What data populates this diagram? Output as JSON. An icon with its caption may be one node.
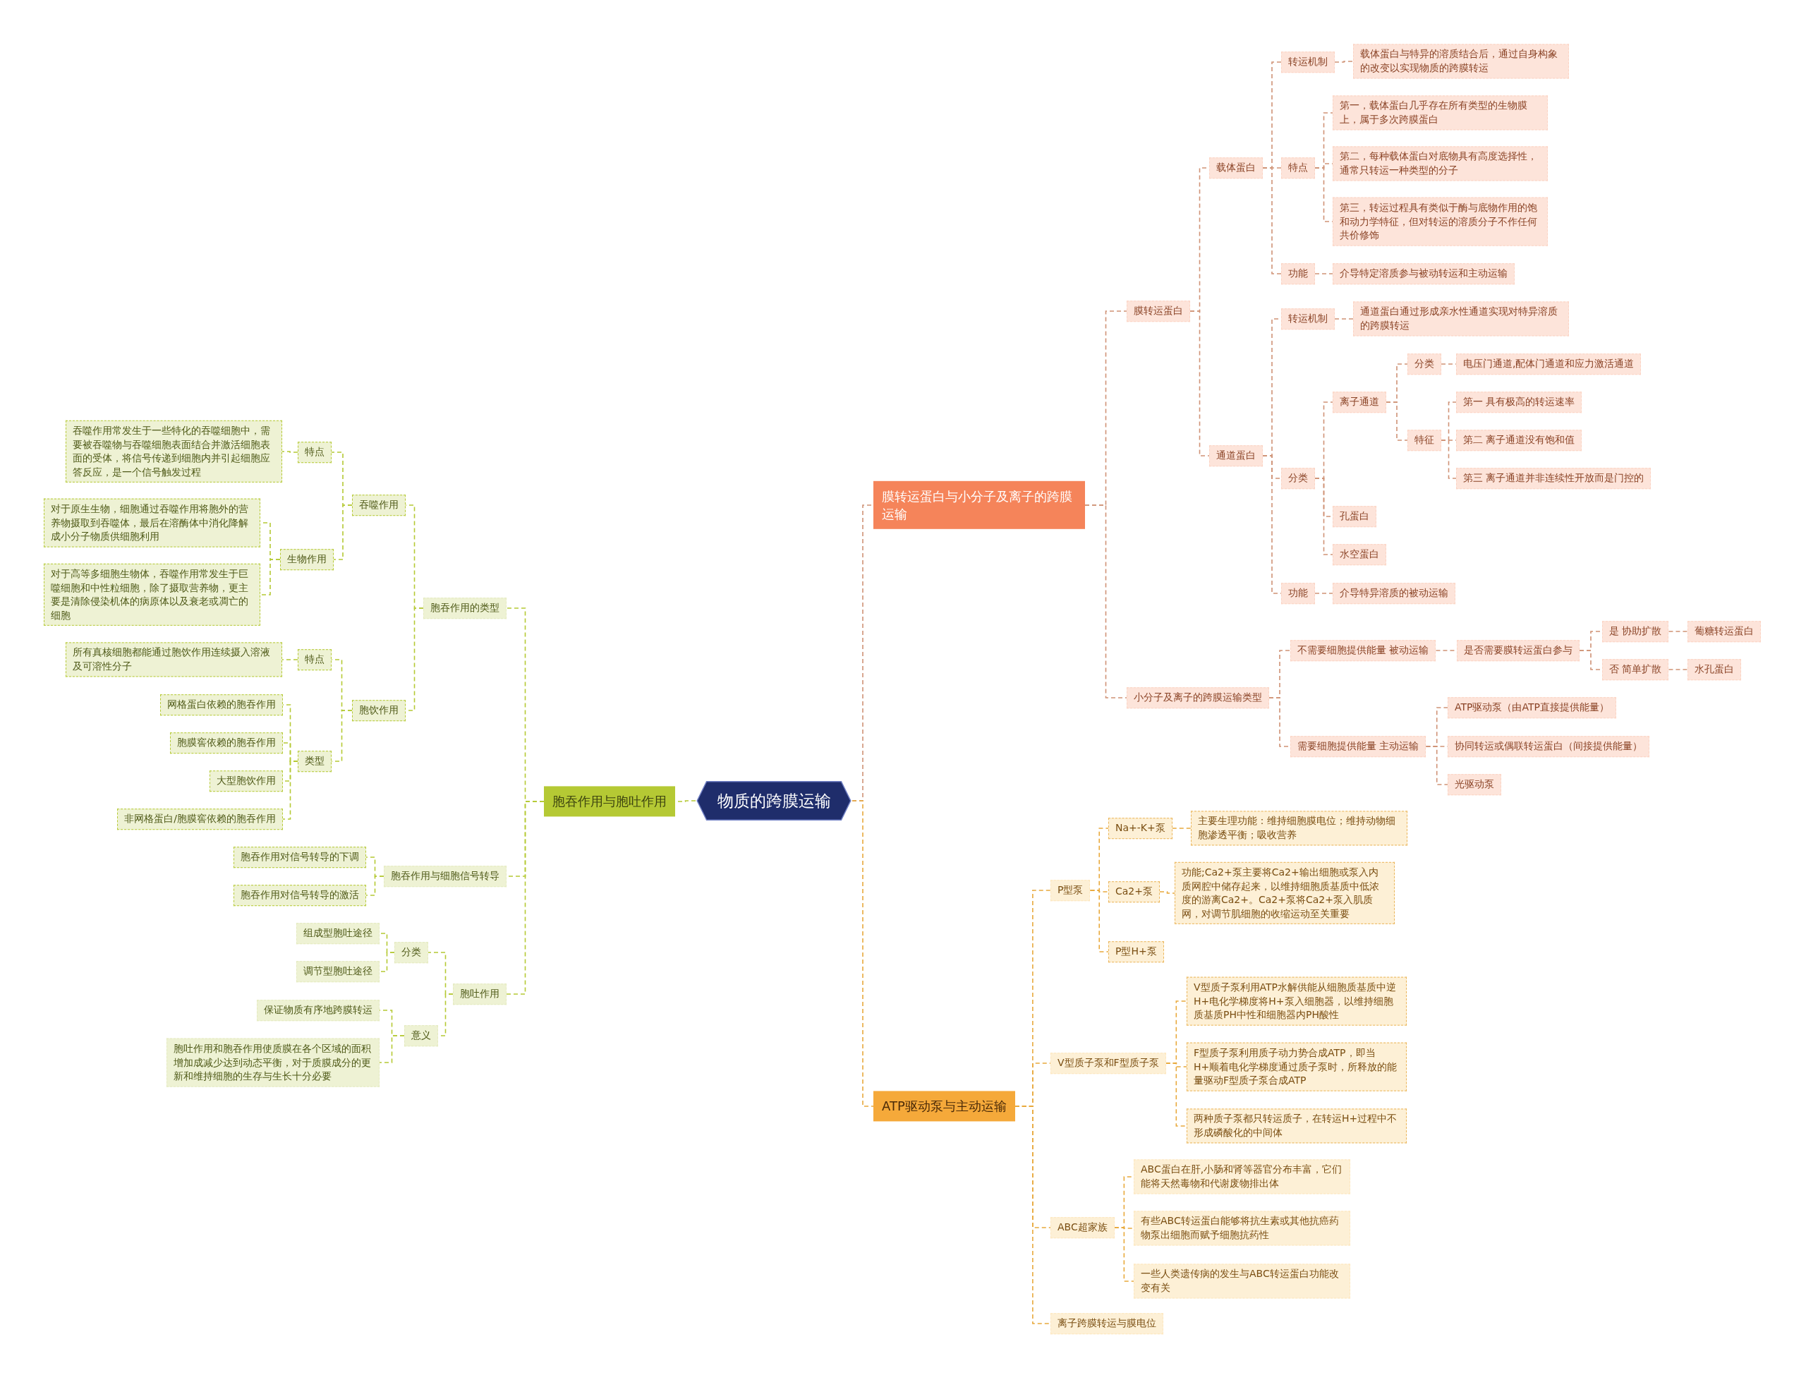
{
  "diagram": {
    "nodes": [
      {
        "text": [
          "物质的跨膜运输"
        ]
      },
      {
        "text": [
          "膜转运蛋白与小分子及离子的跨膜运输"
        ]
      },
      {
        "text": [
          "膜转运蛋白"
        ]
      },
      {
        "text": [
          "载体蛋白"
        ]
      },
      {
        "text": [
          "转运机制"
        ]
      },
      {
        "text": [
          "载体蛋白与特异的溶质结合后，通过自身构象的改变以实现物质的跨膜转运"
        ]
      },
      {
        "text": [
          "特点"
        ]
      },
      {
        "text": [
          "第一，载体蛋白几乎存在所有类型的生物膜上，属于多次跨膜蛋白"
        ]
      },
      {
        "text": [
          "第二，每种载体蛋白对底物具有高度选择性，通常只转运一种类型的分子"
        ]
      },
      {
        "text": [
          "第三，转运过程具有类似于酶与底物作用的饱和动力学特征，但对转运的溶质分子不作任何共价修饰"
        ]
      },
      {
        "text": [
          "功能"
        ]
      },
      {
        "text": [
          "介导特定溶质参与被动转运和主动运输"
        ]
      },
      {
        "text": [
          "通道蛋白"
        ]
      },
      {
        "text": [
          "转运机制"
        ]
      },
      {
        "text": [
          "通道蛋白通过形成亲水性通道实现对特异溶质的跨膜转运"
        ]
      },
      {
        "text": [
          "分类"
        ]
      },
      {
        "text": [
          "离子通道"
        ]
      },
      {
        "text": [
          "分类"
        ]
      },
      {
        "text": [
          "电压门通道,配体门通道和应力激活通道"
        ]
      },
      {
        "text": [
          "特征"
        ]
      },
      {
        "text": [
          "第一 具有极高的转运速率"
        ]
      },
      {
        "text": [
          "第二 离子通道没有饱和值"
        ]
      },
      {
        "text": [
          "第三 离子通道并非连续性开放而是门控的"
        ]
      },
      {
        "text": [
          "孔蛋白"
        ]
      },
      {
        "text": [
          "水空蛋白"
        ]
      },
      {
        "text": [
          "功能"
        ]
      },
      {
        "text": [
          "介导特异溶质的被动运输"
        ]
      },
      {
        "text": [
          "小分子及离子的跨膜运输类型"
        ]
      },
      {
        "text": [
          "不需要细胞提供能量 被动运输"
        ]
      },
      {
        "text": [
          "是否需要膜转运蛋白参与"
        ]
      },
      {
        "text": [
          "是 协助扩散"
        ]
      },
      {
        "text": [
          "葡糖转运蛋白"
        ]
      },
      {
        "text": [
          "否 简单扩散"
        ]
      },
      {
        "text": [
          "水孔蛋白"
        ]
      },
      {
        "text": [
          "需要细胞提供能量 主动运输"
        ]
      },
      {
        "text": [
          "ATP驱动泵（由ATP直接提供能量）"
        ]
      },
      {
        "text": [
          "协同转运或偶联转运蛋白（间接提供能量）"
        ]
      },
      {
        "text": [
          "光驱动泵"
        ]
      },
      {
        "text": [
          "ATP驱动泵与主动运输"
        ]
      },
      {
        "text": [
          "P型泵"
        ]
      },
      {
        "text": [
          "Na+-K+泵"
        ]
      },
      {
        "text": [
          "主要生理功能：维持细胞膜电位；维持动物细胞渗透平衡；吸收营养"
        ]
      },
      {
        "text": [
          "Ca2+泵"
        ]
      },
      {
        "text": [
          "功能;Ca2+泵主要将Ca2+输出细胞或泵入内质网腔中储存起来，以维持细胞质基质中低浓度的游离Ca2+。Ca2+泵将Ca2+泵入肌质网，对调节肌细胞的收缩运动至关重要"
        ]
      },
      {
        "text": [
          "P型H+泵"
        ]
      },
      {
        "text": [
          "V型质子泵和F型质子泵"
        ]
      },
      {
        "text": [
          "V型质子泵利用ATP水解供能从细胞质基质中逆H+电化学梯度将H+泵入细胞器，以维持细胞质基质PH中性和细胞器内PH酸性"
        ]
      },
      {
        "text": [
          "F型质子泵利用质子动力势合成ATP，即当H+顺着电化学梯度通过质子泵时，所释放的能量驱动F型质子泵合成ATP"
        ]
      },
      {
        "text": [
          "两种质子泵都只转运质子，在转运H+过程中不形成磷酸化的中间体"
        ]
      },
      {
        "text": [
          "ABC超家族"
        ]
      },
      {
        "text": [
          "ABC蛋白在肝,小肠和肾等器官分布丰富，它们能将天然毒物和代谢废物排出体"
        ]
      },
      {
        "text": [
          "有些ABC转运蛋白能够将抗生素或其他抗癌药物泵出细胞而赋予细胞抗药性"
        ]
      },
      {
        "text": [
          "一些人类遗传病的发生与ABC转运蛋白功能改变有关"
        ]
      },
      {
        "text": [
          "离子跨膜转运与膜电位"
        ]
      },
      {
        "text": [
          "胞吞作用与胞吐作用"
        ]
      },
      {
        "text": [
          "胞吞作用的类型"
        ]
      },
      {
        "text": [
          "吞噬作用"
        ]
      },
      {
        "text": [
          "特点"
        ]
      },
      {
        "text": [
          "吞噬作用常发生于一些特化的吞噬细胞中，需要被吞噬物与吞噬细胞表面结合并激活细胞表面的受体，将信号传递到细胞内并引起细胞应答反应，是一个信号触发过程"
        ]
      },
      {
        "text": [
          "生物作用"
        ]
      },
      {
        "text": [
          "对于原生生物，细胞通过吞噬作用将胞外的营养物摄取到吞噬体，最后在溶酶体中消化降解成小分子物质供细胞利用"
        ]
      },
      {
        "text": [
          "对于高等多细胞生物体，吞噬作用常发生于巨噬细胞和中性粒细胞，除了摄取营养物，更主要是清除侵染机体的病原体以及衰老或凋亡的细胞"
        ]
      },
      {
        "text": [
          "胞饮作用"
        ]
      },
      {
        "text": [
          "特点"
        ]
      },
      {
        "text": [
          "所有真核细胞都能通过胞饮作用连续摄入溶液及可溶性分子"
        ]
      },
      {
        "text": [
          "类型"
        ]
      },
      {
        "text": [
          "网格蛋白依赖的胞吞作用"
        ]
      },
      {
        "text": [
          "胞膜窖依赖的胞吞作用"
        ]
      },
      {
        "text": [
          "大型胞饮作用"
        ]
      },
      {
        "text": [
          "非网格蛋白/胞膜窖依赖的胞吞作用"
        ]
      },
      {
        "text": [
          "胞吞作用与细胞信号转导"
        ]
      },
      {
        "text": [
          "胞吞作用对信号转导的下调"
        ]
      },
      {
        "text": [
          "胞吞作用对信号转导的激活"
        ]
      },
      {
        "text": [
          "胞吐作用"
        ]
      },
      {
        "text": [
          "分类"
        ]
      },
      {
        "text": [
          "组成型胞吐途径"
        ]
      },
      {
        "text": [
          "调节型胞吐途径"
        ]
      },
      {
        "text": [
          "意义"
        ]
      },
      {
        "text": [
          "保证物质有序地跨膜转运"
        ]
      },
      {
        "text": [
          "胞吐作用和胞吞作用使质膜在各个区域的面积增加成减少达到动态平衡，对于质膜成分的更新和维持细胞的生存与生长十分必要"
        ]
      }
    ],
    "edges": [
      {
        "from": 0,
        "to": 1,
        "arrow": "none",
        "style": "dashed"
      },
      {
        "from": 1,
        "to": 2,
        "arrow": "none",
        "style": "dashed"
      },
      {
        "from": 2,
        "to": 3,
        "arrow": "none",
        "style": "dashed"
      },
      {
        "from": 3,
        "to": 4,
        "arrow": "none",
        "style": "dashed"
      },
      {
        "from": 4,
        "to": 5,
        "arrow": "none",
        "style": "dashed"
      },
      {
        "from": 3,
        "to": 6,
        "arrow": "none",
        "style": "dashed"
      },
      {
        "from": 6,
        "to": 7,
        "arrow": "none",
        "style": "dashed"
      },
      {
        "from": 6,
        "to": 8,
        "arrow": "none",
        "style": "dashed"
      },
      {
        "from": 6,
        "to": 9,
        "arrow": "none",
        "style": "dashed"
      },
      {
        "from": 3,
        "to": 10,
        "arrow": "none",
        "style": "dashed"
      },
      {
        "from": 10,
        "to": 11,
        "arrow": "none",
        "style": "dashed"
      },
      {
        "from": 2,
        "to": 12,
        "arrow": "none",
        "style": "dashed"
      },
      {
        "from": 12,
        "to": 13,
        "arrow": "none",
        "style": "dashed"
      },
      {
        "from": 13,
        "to": 14,
        "arrow": "none",
        "style": "dashed"
      },
      {
        "from": 12,
        "to": 15,
        "arrow": "none",
        "style": "dashed"
      },
      {
        "from": 15,
        "to": 16,
        "arrow": "none",
        "style": "dashed"
      },
      {
        "from": 16,
        "to": 17,
        "arrow": "none",
        "style": "dashed"
      },
      {
        "from": 17,
        "to": 18,
        "arrow": "none",
        "style": "dashed"
      },
      {
        "from": 16,
        "to": 19,
        "arrow": "none",
        "style": "dashed"
      },
      {
        "from": 19,
        "to": 20,
        "arrow": "none",
        "style": "dashed"
      },
      {
        "from": 19,
        "to": 21,
        "arrow": "none",
        "style": "dashed"
      },
      {
        "from": 19,
        "to": 22,
        "arrow": "none",
        "style": "dashed"
      },
      {
        "from": 15,
        "to": 23,
        "arrow": "none",
        "style": "dashed"
      },
      {
        "from": 15,
        "to": 24,
        "arrow": "none",
        "style": "dashed"
      },
      {
        "from": 12,
        "to": 25,
        "arrow": "none",
        "style": "dashed"
      },
      {
        "from": 25,
        "to": 26,
        "arrow": "none",
        "style": "dashed"
      },
      {
        "from": 1,
        "to": 27,
        "arrow": "none",
        "style": "dashed"
      },
      {
        "from": 27,
        "to": 28,
        "arrow": "none",
        "style": "dashed"
      },
      {
        "from": 28,
        "to": 29,
        "arrow": "none",
        "style": "dashed"
      },
      {
        "from": 29,
        "to": 30,
        "arrow": "none",
        "style": "dashed"
      },
      {
        "from": 30,
        "to": 31,
        "arrow": "none",
        "style": "dashed"
      },
      {
        "from": 29,
        "to": 32,
        "arrow": "none",
        "style": "dashed"
      },
      {
        "from": 32,
        "to": 33,
        "arrow": "none",
        "style": "dashed"
      },
      {
        "from": 27,
        "to": 34,
        "arrow": "none",
        "style": "dashed"
      },
      {
        "from": 34,
        "to": 35,
        "arrow": "none",
        "style": "dashed"
      },
      {
        "from": 34,
        "to": 36,
        "arrow": "none",
        "style": "dashed"
      },
      {
        "from": 34,
        "to": 37,
        "arrow": "none",
        "style": "dashed"
      },
      {
        "from": 0,
        "to": 38,
        "arrow": "none",
        "style": "dashed",
        "color": "#e8a93c"
      },
      {
        "from": 38,
        "to": 39,
        "arrow": "none",
        "style": "dashed",
        "color": "#e8a93c"
      },
      {
        "from": 39,
        "to": 40,
        "arrow": "none",
        "style": "dashed",
        "color": "#e8a93c"
      },
      {
        "from": 40,
        "to": 41,
        "arrow": "none",
        "style": "dashed",
        "color": "#e8a93c"
      },
      {
        "from": 39,
        "to": 42,
        "arrow": "none",
        "style": "dashed",
        "color": "#e8a93c"
      },
      {
        "from": 42,
        "to": 43,
        "arrow": "none",
        "style": "dashed",
        "color": "#e8a93c"
      },
      {
        "from": 39,
        "to": 44,
        "arrow": "none",
        "style": "dashed",
        "color": "#e8a93c"
      },
      {
        "from": 38,
        "to": 45,
        "arrow": "none",
        "style": "dashed",
        "color": "#e8a93c"
      },
      {
        "from": 45,
        "to": 46,
        "arrow": "none",
        "style": "dashed",
        "color": "#e8a93c"
      },
      {
        "from": 45,
        "to": 47,
        "arrow": "none",
        "style": "dashed",
        "color": "#e8a93c"
      },
      {
        "from": 45,
        "to": 48,
        "arrow": "none",
        "style": "dashed",
        "color": "#e8a93c"
      },
      {
        "from": 38,
        "to": 49,
        "arrow": "none",
        "style": "dashed",
        "color": "#e8a93c"
      },
      {
        "from": 49,
        "to": 50,
        "arrow": "none",
        "style": "dashed",
        "color": "#e8a93c"
      },
      {
        "from": 49,
        "to": 51,
        "arrow": "none",
        "style": "dashed",
        "color": "#e8a93c"
      },
      {
        "from": 49,
        "to": 52,
        "arrow": "none",
        "style": "dashed",
        "color": "#e8a93c"
      },
      {
        "from": 38,
        "to": 53,
        "arrow": "none",
        "style": "dashed",
        "color": "#e8a93c"
      },
      {
        "from": 0,
        "to": 54,
        "arrow": "none",
        "style": "dashed",
        "color": "#b5c934"
      },
      {
        "from": 54,
        "to": 55,
        "arrow": "none",
        "style": "dashed",
        "color": "#b5c934"
      },
      {
        "from": 55,
        "to": 56,
        "arrow": "none",
        "style": "dashed",
        "color": "#b5c934"
      },
      {
        "from": 56,
        "to": 57,
        "arrow": "none",
        "style": "dashed",
        "color": "#b5c934"
      },
      {
        "from": 57,
        "to": 58,
        "arrow": "none",
        "style": "dashed",
        "color": "#b5c934"
      },
      {
        "from": 56,
        "to": 59,
        "arrow": "none",
        "style": "dashed",
        "color": "#b5c934"
      },
      {
        "from": 59,
        "to": 60,
        "arrow": "none",
        "style": "dashed",
        "color": "#b5c934"
      },
      {
        "from": 59,
        "to": 61,
        "arrow": "none",
        "style": "dashed",
        "color": "#b5c934"
      },
      {
        "from": 55,
        "to": 62,
        "arrow": "none",
        "style": "dashed",
        "color": "#b5c934"
      },
      {
        "from": 62,
        "to": 63,
        "arrow": "none",
        "style": "dashed",
        "color": "#b5c934"
      },
      {
        "from": 63,
        "to": 64,
        "arrow": "none",
        "style": "dashed",
        "color": "#b5c934"
      },
      {
        "from": 62,
        "to": 65,
        "arrow": "none",
        "style": "dashed",
        "color": "#b5c934"
      },
      {
        "from": 65,
        "to": 66,
        "arrow": "none",
        "style": "dashed",
        "color": "#b5c934"
      },
      {
        "from": 65,
        "to": 67,
        "arrow": "none",
        "style": "dashed",
        "color": "#b5c934"
      },
      {
        "from": 65,
        "to": 68,
        "arrow": "none",
        "style": "dashed",
        "color": "#b5c934"
      },
      {
        "from": 65,
        "to": 69,
        "arrow": "none",
        "style": "dashed",
        "color": "#b5c934"
      },
      {
        "from": 54,
        "to": 70,
        "arrow": "none",
        "style": "dashed",
        "color": "#b5c934"
      },
      {
        "from": 70,
        "to": 71,
        "arrow": "none",
        "style": "dashed",
        "color": "#b5c934"
      },
      {
        "from": 70,
        "to": 72,
        "arrow": "none",
        "style": "dashed",
        "color": "#b5c934"
      },
      {
        "from": 54,
        "to": 73,
        "arrow": "none",
        "style": "dashed",
        "color": "#b5c934"
      },
      {
        "from": 73,
        "to": 74,
        "arrow": "none",
        "style": "dashed",
        "color": "#b5c934"
      },
      {
        "from": 74,
        "to": 75,
        "arrow": "none",
        "style": "dashed",
        "color": "#b5c934"
      },
      {
        "from": 74,
        "to": 76,
        "arrow": "none",
        "style": "dashed",
        "color": "#b5c934"
      },
      {
        "from": 73,
        "to": 77,
        "arrow": "none",
        "style": "dashed",
        "color": "#b5c934"
      },
      {
        "from": 77,
        "to": 78,
        "arrow": "none",
        "style": "dashed",
        "color": "#b5c934"
      },
      {
        "from": 77,
        "to": 79,
        "arrow": "none",
        "style": "dashed",
        "color": "#b5c934"
      }
    ]
  }
}
